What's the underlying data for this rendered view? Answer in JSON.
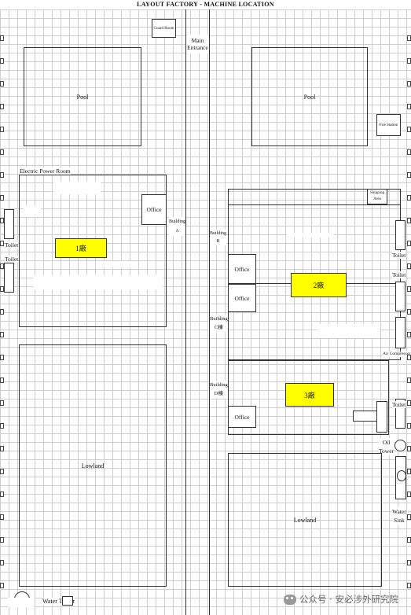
{
  "title": "LAYOUT FACTORY - MACHINE LOCATION",
  "labels": {
    "guard_room": "Guard Room",
    "main_entrance": "Main\nEntrance",
    "pool_left": "Pool",
    "pool_right": "Pool",
    "fire_station": "Fire Station",
    "electric_power_room": "Electric Power Room",
    "office_a": "Office",
    "building_a": "Building\nA",
    "shipping_area": "Shipping\nArea",
    "building_b": "Building\nB",
    "toilet_left_1": "Toilet",
    "toilet_left_2": "Toilet",
    "factory_1": "1廠",
    "office_c1": "Office",
    "office_c2": "Office",
    "factory_2": "2廠",
    "toilet_right_1": "Toilet",
    "toilet_right_2": "Toilet",
    "building_c": "Building\nC棟",
    "air_compressor": "Air Compressor",
    "building_d": "Building\nD棟",
    "factory_3": "3廠",
    "office_d": "Office",
    "toilet_right_3": "Toilet",
    "oil_tower": "Oil\nTower",
    "lowland_left": "Lowland",
    "lowland_right": "Lowland",
    "water_sink": "Water\nSink",
    "water_tower": "Water Tower"
  },
  "watermark": {
    "text": "公众号 · 安必涉外研究院"
  },
  "colors": {
    "highlight": "#ffff00",
    "grid": "#cfcfcf",
    "outline": "#333333"
  }
}
